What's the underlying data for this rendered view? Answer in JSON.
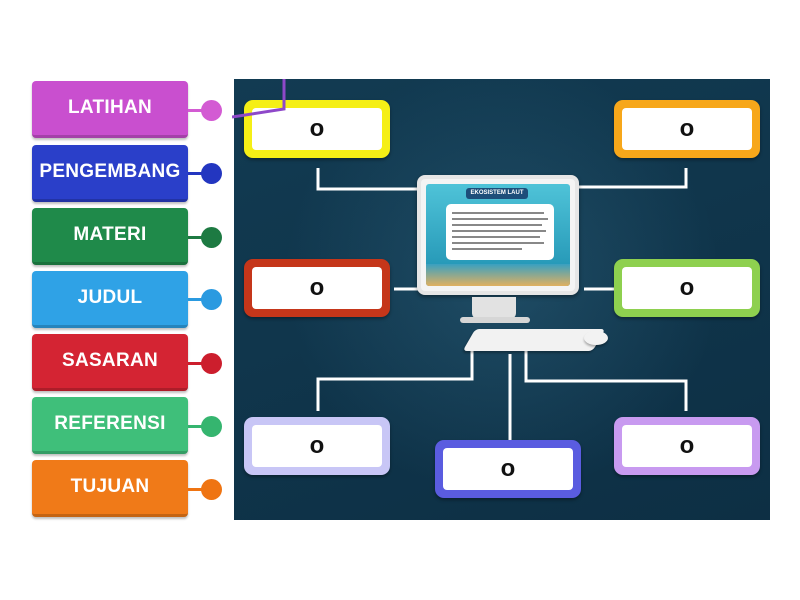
{
  "labels": [
    {
      "text": "LATIHAN",
      "color": "#c94fcf",
      "pin": "#d35bd3"
    },
    {
      "text": "PENGEMBANG",
      "color": "#2a3fc9",
      "pin": "#2336c0"
    },
    {
      "text": "MATERI",
      "color": "#1f8a4a",
      "pin": "#1d7a42"
    },
    {
      "text": "JUDUL",
      "color": "#2fa2e6",
      "pin": "#2a9ae0"
    },
    {
      "text": "SASARAN",
      "color": "#d42433",
      "pin": "#cc1e2d"
    },
    {
      "text": "REFERENSI",
      "color": "#3fbf7a",
      "pin": "#35b56f"
    },
    {
      "text": "TUJUAN",
      "color": "#f07a18",
      "pin": "#ef7412"
    }
  ],
  "slots": [
    {
      "text": "o",
      "color": "#f5ef16"
    },
    {
      "text": "o",
      "color": "#f7a71a"
    },
    {
      "text": "o",
      "color": "#c5361a"
    },
    {
      "text": "o",
      "color": "#8ed04f"
    },
    {
      "text": "o",
      "color": "#c8c6f6"
    },
    {
      "text": "o",
      "color": "#5a5ce0"
    },
    {
      "text": "o",
      "color": "#c89af0"
    }
  ],
  "diagram": {
    "screen_title": "EKOSISTEM LAUT",
    "panel_color": "#0f3349",
    "line_color": "#ffffff"
  }
}
